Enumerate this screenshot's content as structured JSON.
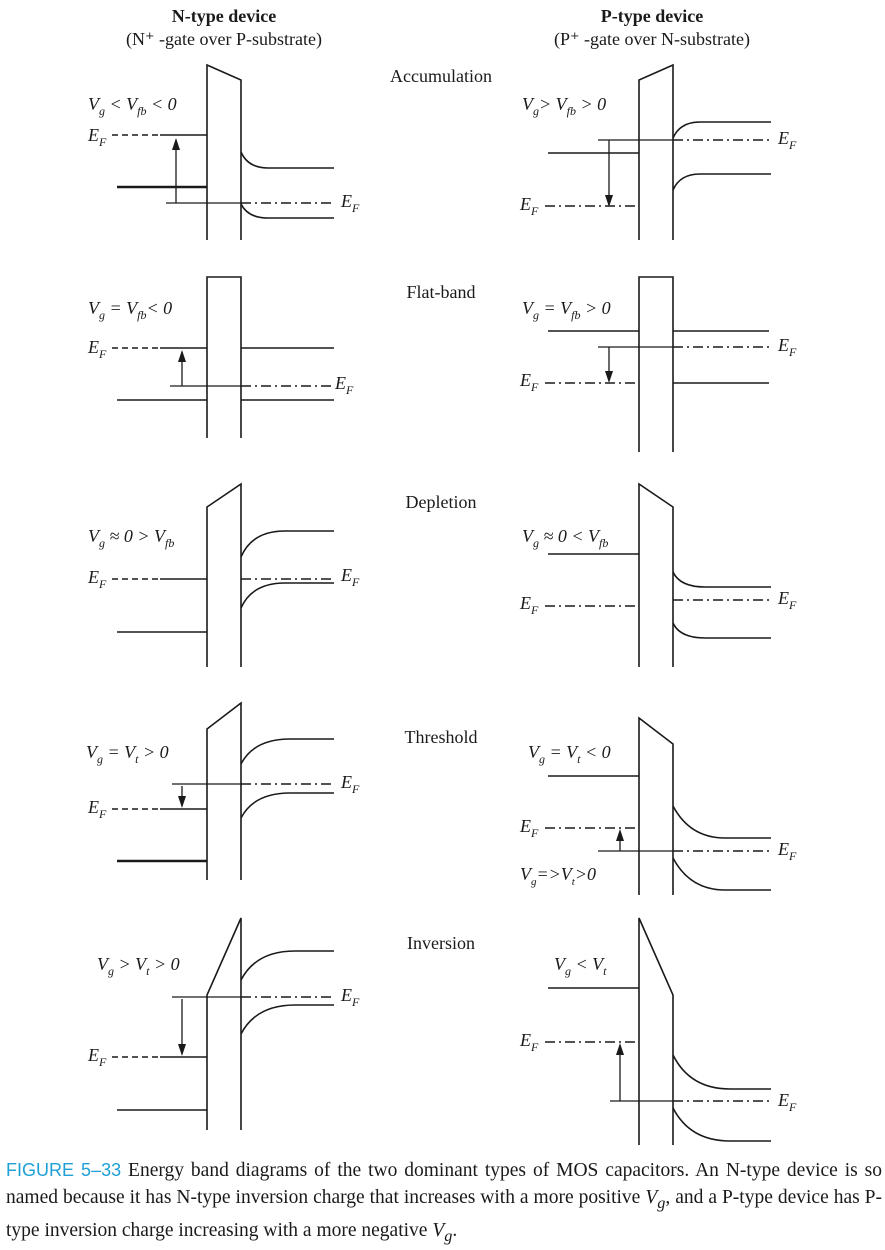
{
  "headers": {
    "n_title": "N-type device",
    "n_sub": "(N⁺ -gate over P-substrate)",
    "p_title": "P-type device",
    "p_sub": "(P⁺ -gate over N-substrate)"
  },
  "stages": [
    "Accumulation",
    "Flat-band",
    "Depletion",
    "Threshold",
    "Inversion"
  ],
  "labels": {
    "n_conditions": [
      "V",
      "V",
      "V",
      "V",
      "V"
    ],
    "ef": "E",
    "ef_sub": "F"
  },
  "conditions": {
    "n": [
      {
        "a": "V",
        "a_sub": "g",
        "mid": " < V",
        "b_sub": "fb",
        "end": " < 0"
      },
      {
        "a": "V",
        "a_sub": "g",
        "mid": " = V",
        "b_sub": "fb",
        "end": "< 0"
      },
      {
        "a": "V",
        "a_sub": "g",
        "mid": " ≈ 0 > V",
        "b_sub": "fb",
        "end": ""
      },
      {
        "a": "V",
        "a_sub": "g",
        "mid": " = V",
        "b_sub": "t",
        "end": " > 0"
      },
      {
        "a": "V",
        "a_sub": "g",
        "mid": " > V",
        "b_sub": "t",
        "end": " > 0"
      }
    ],
    "p": [
      {
        "a": "V",
        "a_sub": "g",
        "mid": "> V",
        "b_sub": "fb",
        "end": " > 0"
      },
      {
        "a": "V",
        "a_sub": "g",
        "mid": " = V",
        "b_sub": "fb",
        "end": " > 0"
      },
      {
        "a": "V",
        "a_sub": "g",
        "mid": " ≈ 0 < V",
        "b_sub": "fb",
        "end": ""
      },
      {
        "a": "V",
        "a_sub": "g",
        "mid": " = V",
        "b_sub": "t",
        "end": " < 0"
      },
      {
        "a": "V",
        "a_sub": "g",
        "mid": " < V",
        "b_sub": "t",
        "end": ""
      }
    ],
    "p_threshold_extra": {
      "a": "V",
      "a_sub": "g",
      "mid": "=>V",
      "b_sub": "t",
      "end": ">0"
    }
  },
  "caption": {
    "fig_label": "FIGURE 5–33",
    "text1": " Energy band diagrams of the two dominant types of MOS capacitors. An N-type device is so named because it has N-type inversion charge that increases with a more positive ",
    "vg1": "V",
    "vg1_sub": "g",
    "text2": ", and a P-type device has P-type inversion charge increasing with a more negative ",
    "vg2": "V",
    "vg2_sub": "g",
    "text3": "."
  }
}
